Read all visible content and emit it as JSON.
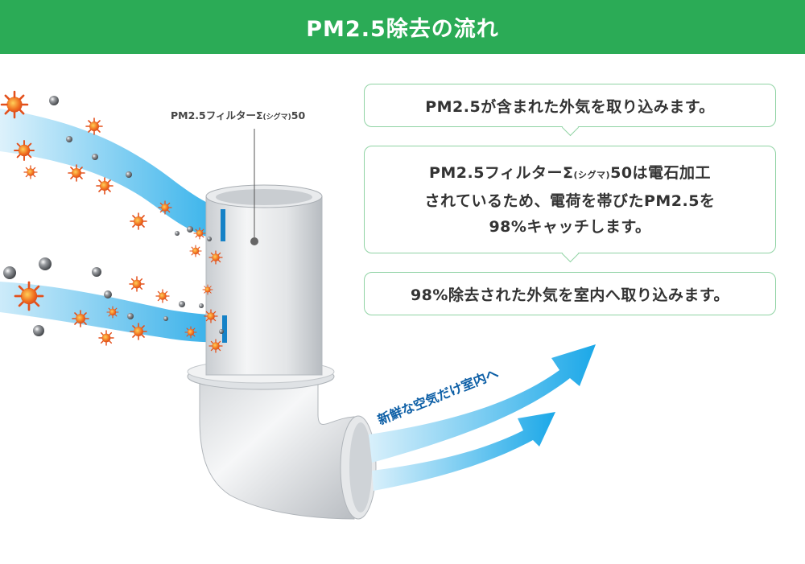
{
  "header": {
    "title": "PM2.5除去の流れ"
  },
  "filter_label": {
    "main": "PM2.5フィルターΣ",
    "sub": "(シグマ)",
    "num": "50"
  },
  "steps": [
    {
      "text": "PM2.5が含まれた外気を取り込みます。"
    },
    {
      "line1_main": "PM2.5フィルターΣ",
      "line1_sub": "(シグマ)",
      "line1_rest": "50は電石加工",
      "line2": "されているため、電荷を帯びたPM2.5を",
      "line3": "98%キャッチします。"
    },
    {
      "text": "98%除去された外気を室内へ取り込みます。"
    }
  ],
  "fresh_air_label": "新鮮な空気だけ室内へ",
  "colors": {
    "header": "#2bab56",
    "border": "#90d3a4",
    "air": "#1ba8e8",
    "pm": "#e8501e"
  }
}
